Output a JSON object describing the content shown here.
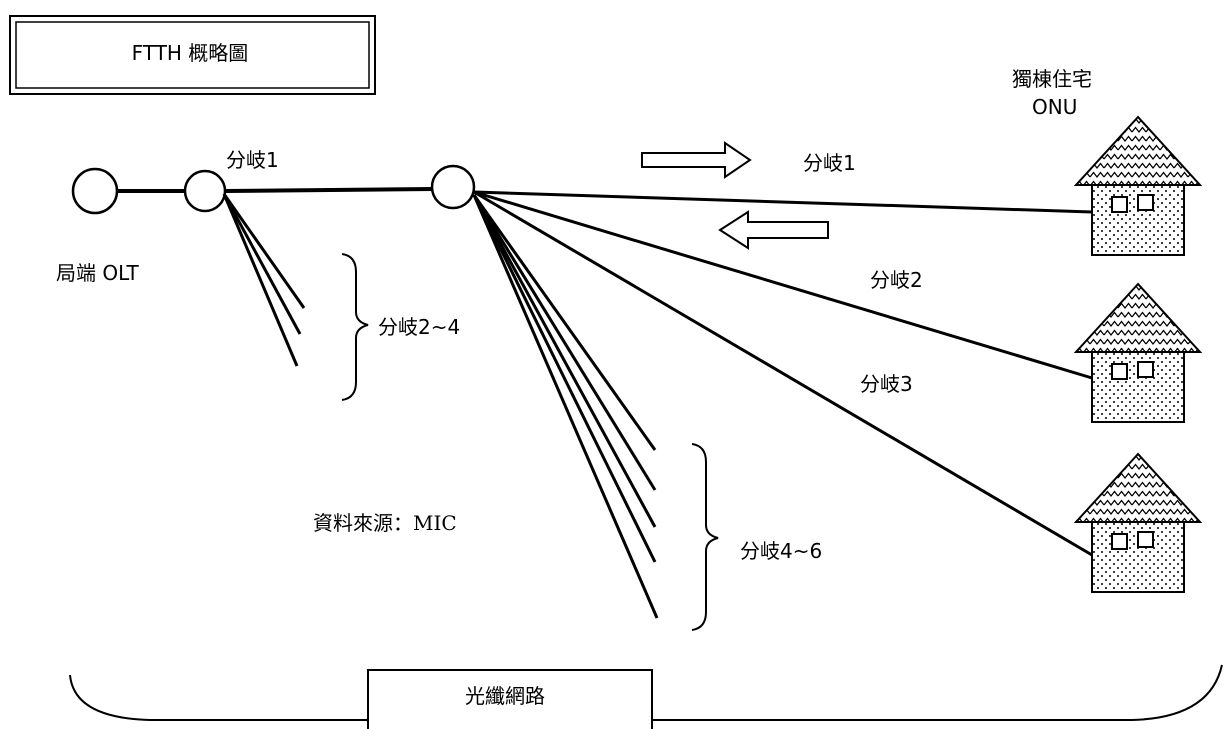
{
  "title": "FTTH 概略圖",
  "nodes": {
    "central_office": "局端 OLT",
    "residence_line1": "獨棟住宅",
    "residence_line2": "ONU"
  },
  "branches": {
    "first_split": "分岐1",
    "first_split_others": "分岐2~4",
    "house_1": "分岐1",
    "house_2": "分岐2",
    "house_3": "分岐3",
    "second_split_others": "分岐4~6"
  },
  "source": "資料來源：MIC",
  "network_label": "光纖網路",
  "colors": {
    "line": "#000000",
    "background": "#ffffff"
  }
}
